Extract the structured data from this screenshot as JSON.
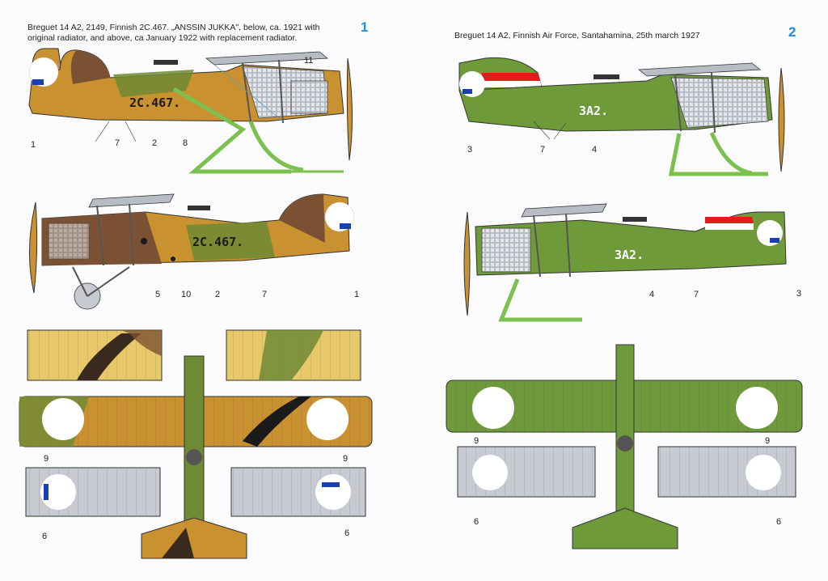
{
  "sheet": {
    "left": {
      "title_line1": "Breguet 14 A2, 2149, Finnish 2C.467. „ANSSIN JUKKA\", below, ca. 1921 with",
      "title_line2": "original radiator, and above, ca January 1922 with replacement radiator.",
      "number": "1",
      "registration": "2C.467.",
      "side_top_labels": [
        "1",
        "7",
        "2",
        "8",
        "11"
      ],
      "side_bottom_labels": [
        "5",
        "10",
        "2",
        "7",
        "1"
      ],
      "plan_labels": [
        "9",
        "9",
        "6",
        "6"
      ]
    },
    "right": {
      "title": "Breguet 14 A2, Finnish Air Force, Santahamina, 25th march 1927",
      "number": "2",
      "registration": "3A2.",
      "side_top_labels": [
        "3",
        "7",
        "4"
      ],
      "side_bottom_labels": [
        "4",
        "7",
        "3"
      ],
      "plan_labels": [
        "9",
        "9",
        "6",
        "6"
      ]
    }
  },
  "colors": {
    "ochre": "#c9912f",
    "brown": "#7a5233",
    "olive": "#6f8a34",
    "green": "#6f9a3a",
    "yellow": "#e8c96a",
    "grey": "#c7cbd1",
    "blue": "#1a3fb0",
    "red": "#e21b1b",
    "accent": "#1e8fd6"
  }
}
